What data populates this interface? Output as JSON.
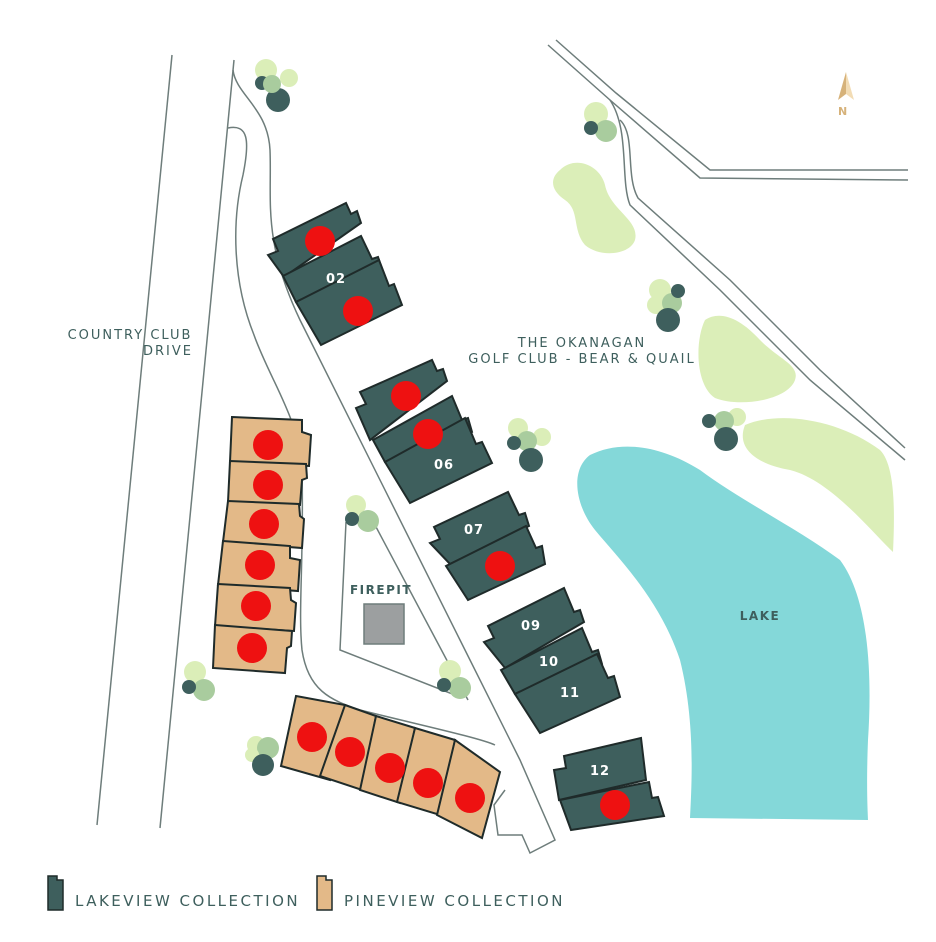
{
  "map": {
    "road_label": [
      "COUNTRY CLUB",
      "DRIVE"
    ],
    "golf_label": [
      "THE OKANAGAN",
      "GOLF CLUB - BEAR & QUAIL"
    ],
    "lake_label": "LAKE",
    "firepit_label": "FIREPIT",
    "north_label": "N",
    "units": {
      "u02": "02",
      "u06": "06",
      "u07": "07",
      "u09": "09",
      "u10": "10",
      "u11": "11",
      "u12": "12"
    }
  },
  "legend": {
    "lakeview": "LAKEVIEW COLLECTION",
    "pineview": "PINEVIEW COLLECTION"
  },
  "colors": {
    "lakeview": "#3e5f5d",
    "pineview": "#e3b988",
    "sold_marker": "#ee1111",
    "lake": "#84d8d9",
    "green": "#dbeeb8",
    "road_line": "#6e7d7b",
    "north_arrow": "#d6b27a"
  }
}
